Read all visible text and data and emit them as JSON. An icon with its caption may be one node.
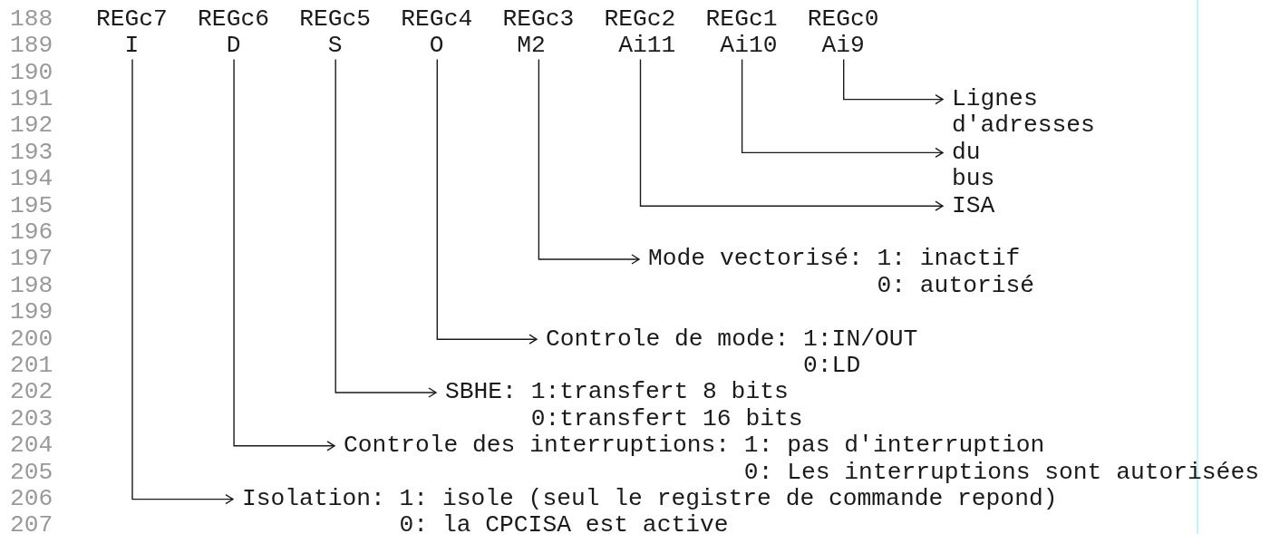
{
  "diagram": {
    "nodes": [
      {
        "text": [
          "REGc7",
          "I"
        ]
      },
      {
        "text": [
          "REGc6",
          "D"
        ]
      },
      {
        "text": [
          "REGc5",
          "S"
        ]
      },
      {
        "text": [
          "REGc4",
          "O"
        ]
      },
      {
        "text": [
          "REGc3",
          "M2"
        ]
      },
      {
        "text": [
          "REGc2",
          "Ai11"
        ]
      },
      {
        "text": [
          "REGc1",
          "Ai10"
        ]
      },
      {
        "text": [
          "REGc0",
          "Ai9"
        ]
      },
      {
        "text": [
          "Lignes d'adresses du bus ISA"
        ]
      },
      {
        "text": [
          "Mode vectorisé:",
          "1: inactif",
          "0: autorisé"
        ]
      },
      {
        "text": [
          "Controle de mode:",
          "1:IN/OUT",
          "0:LD"
        ]
      },
      {
        "text": [
          "SBHE:",
          "1:transfert 8 bits",
          "0:transfert 16 bits"
        ]
      },
      {
        "text": [
          "Controle des interruptions:",
          "1: pas d'interruption",
          "0: Les interruptions sont autorisées"
        ]
      },
      {
        "text": [
          "Isolation:",
          "1: isole (seul le registre de commande repond)",
          "0: la CPCISA est active"
        ]
      }
    ],
    "edges": [
      {
        "from": 7,
        "to": 8,
        "arrow": "to"
      },
      {
        "from": 6,
        "to": 8,
        "arrow": "to"
      },
      {
        "from": 5,
        "to": 8,
        "arrow": "to"
      },
      {
        "from": 4,
        "to": 9,
        "arrow": "to"
      },
      {
        "from": 3,
        "to": 10,
        "arrow": "to"
      },
      {
        "from": 2,
        "to": 11,
        "arrow": "to"
      },
      {
        "from": 1,
        "to": 12,
        "arrow": "to"
      },
      {
        "from": 0,
        "to": 13,
        "arrow": "to"
      }
    ],
    "labels": [
      "188",
      "189",
      "190",
      "191",
      "192",
      "193",
      "194",
      "195",
      "196",
      "197",
      "198",
      "199",
      "200",
      "201",
      "202",
      "203",
      "204",
      "205",
      "206",
      "207"
    ]
  }
}
